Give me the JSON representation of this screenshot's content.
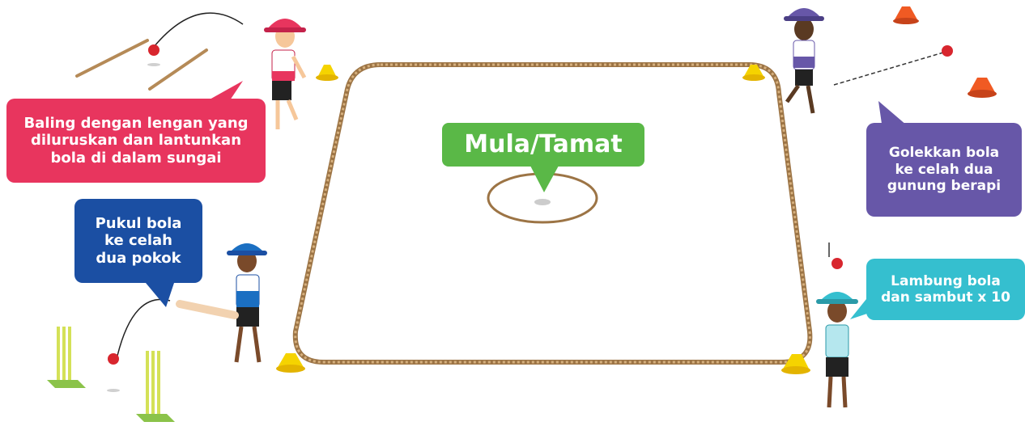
{
  "start_label": "Mula/Tamat",
  "stations": {
    "throw": "Baling dengan lengan yang\ndiluruskan dan lantunkan\nbola di dalam sungai",
    "roll": "Golekkan bola\nke celah dua\ngunung berapi",
    "hit": "Pukul bola\nke celah\ndua pokok",
    "catch": "Lambung bola\ndan sambut x 10"
  },
  "colors": {
    "throw": "#e8355e",
    "roll": "#6757a8",
    "hit": "#1b4fa3",
    "catch": "#35bfcf",
    "start": "#5ab847",
    "rope": "#b58a57",
    "cone_yellow": "#f5d300",
    "cone_orange": "#f05a23",
    "ball": "#d8262e"
  },
  "icons": [
    "rope-course",
    "cone",
    "ball",
    "stumps",
    "cricket-bat",
    "player-bucket-hat"
  ]
}
